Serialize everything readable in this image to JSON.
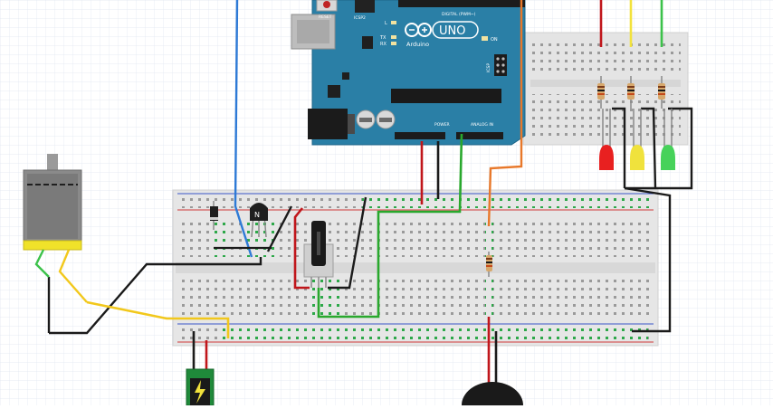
{
  "arduino": {
    "brand": "Arduino",
    "model": "UNO",
    "reset_label": "RESET",
    "icsp2_label": "ICSP2",
    "icsp_label": "ICSP",
    "digital_label": "DIGITAL (PWM~)",
    "power_label": "POWER",
    "analog_label": "ANALOG IN",
    "on_label": "ON",
    "l_label": "L",
    "tx_label": "TX",
    "rx_label": "RX",
    "board_color": "#2a7fa6"
  },
  "transistor": {
    "label": "N"
  },
  "wire_colors": {
    "red": "#c0161b",
    "black": "#1a1a1a",
    "blue": "#2e7ad6",
    "green": "#29a82d",
    "orange": "#e8782a",
    "yellow": "#f2c81c",
    "led_green": "#3cc24a"
  },
  "led_colors": [
    "#e82020",
    "#f0e23c",
    "#46d25a"
  ]
}
